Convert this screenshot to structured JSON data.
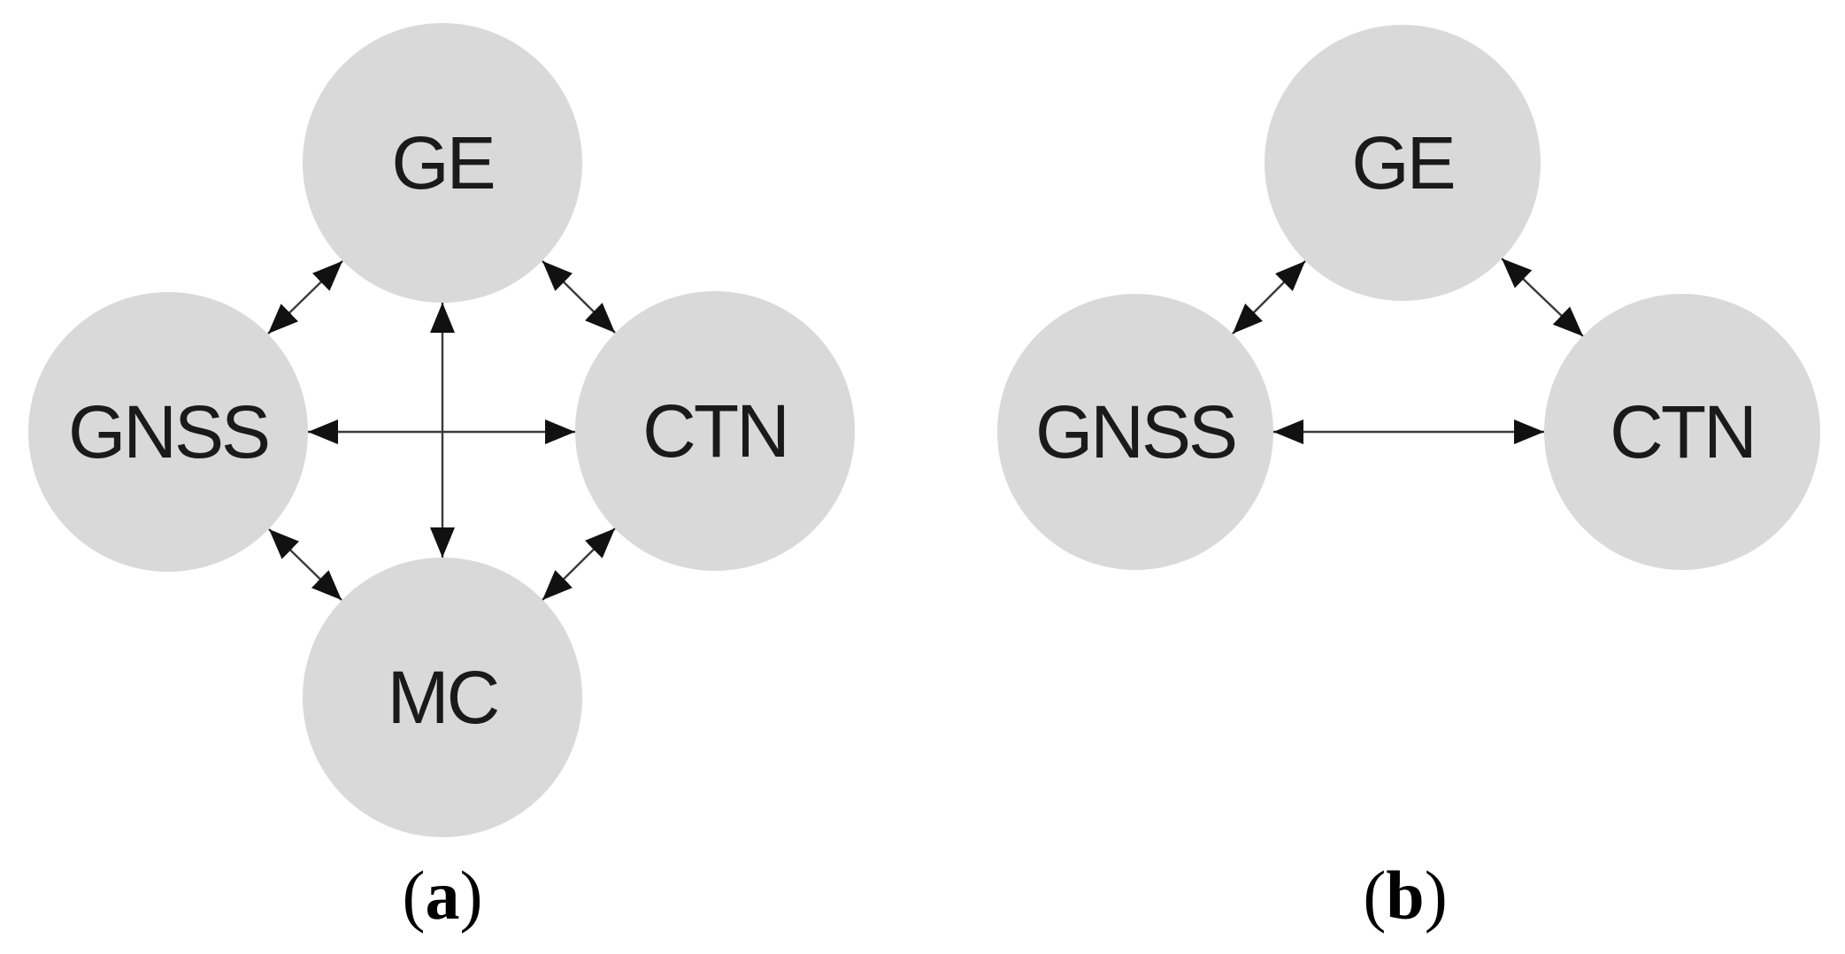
{
  "figure": {
    "colors": {
      "background": "#ffffff",
      "node_fill": "#d9d9d9",
      "label": "#1a1a1a",
      "arrow": "#3a3a3a",
      "arrowhead": "#111111",
      "caption": "#000000"
    },
    "diagrams": [
      {
        "id": "a",
        "caption": {
          "open": "(",
          "letter": "a",
          "close": ")"
        },
        "nodes": [
          {
            "id": "ge",
            "label": "GE"
          },
          {
            "id": "gnss",
            "label": "GNSS"
          },
          {
            "id": "ctn",
            "label": "CTN"
          },
          {
            "id": "mc",
            "label": "MC"
          }
        ],
        "connections": [
          {
            "from": "GE",
            "to": "GNSS",
            "bidirectional": true
          },
          {
            "from": "GE",
            "to": "CTN",
            "bidirectional": true
          },
          {
            "from": "GE",
            "to": "MC",
            "bidirectional": true
          },
          {
            "from": "GNSS",
            "to": "CTN",
            "bidirectional": true
          },
          {
            "from": "GNSS",
            "to": "MC",
            "bidirectional": true
          },
          {
            "from": "CTN",
            "to": "MC",
            "bidirectional": true
          }
        ]
      },
      {
        "id": "b",
        "caption": {
          "open": "(",
          "letter": "b",
          "close": ")"
        },
        "nodes": [
          {
            "id": "ge",
            "label": "GE"
          },
          {
            "id": "gnss",
            "label": "GNSS"
          },
          {
            "id": "ctn",
            "label": "CTN"
          }
        ],
        "connections": [
          {
            "from": "GE",
            "to": "GNSS",
            "bidirectional": true
          },
          {
            "from": "GE",
            "to": "CTN",
            "bidirectional": true
          },
          {
            "from": "GNSS",
            "to": "CTN",
            "bidirectional": true
          }
        ]
      }
    ]
  }
}
